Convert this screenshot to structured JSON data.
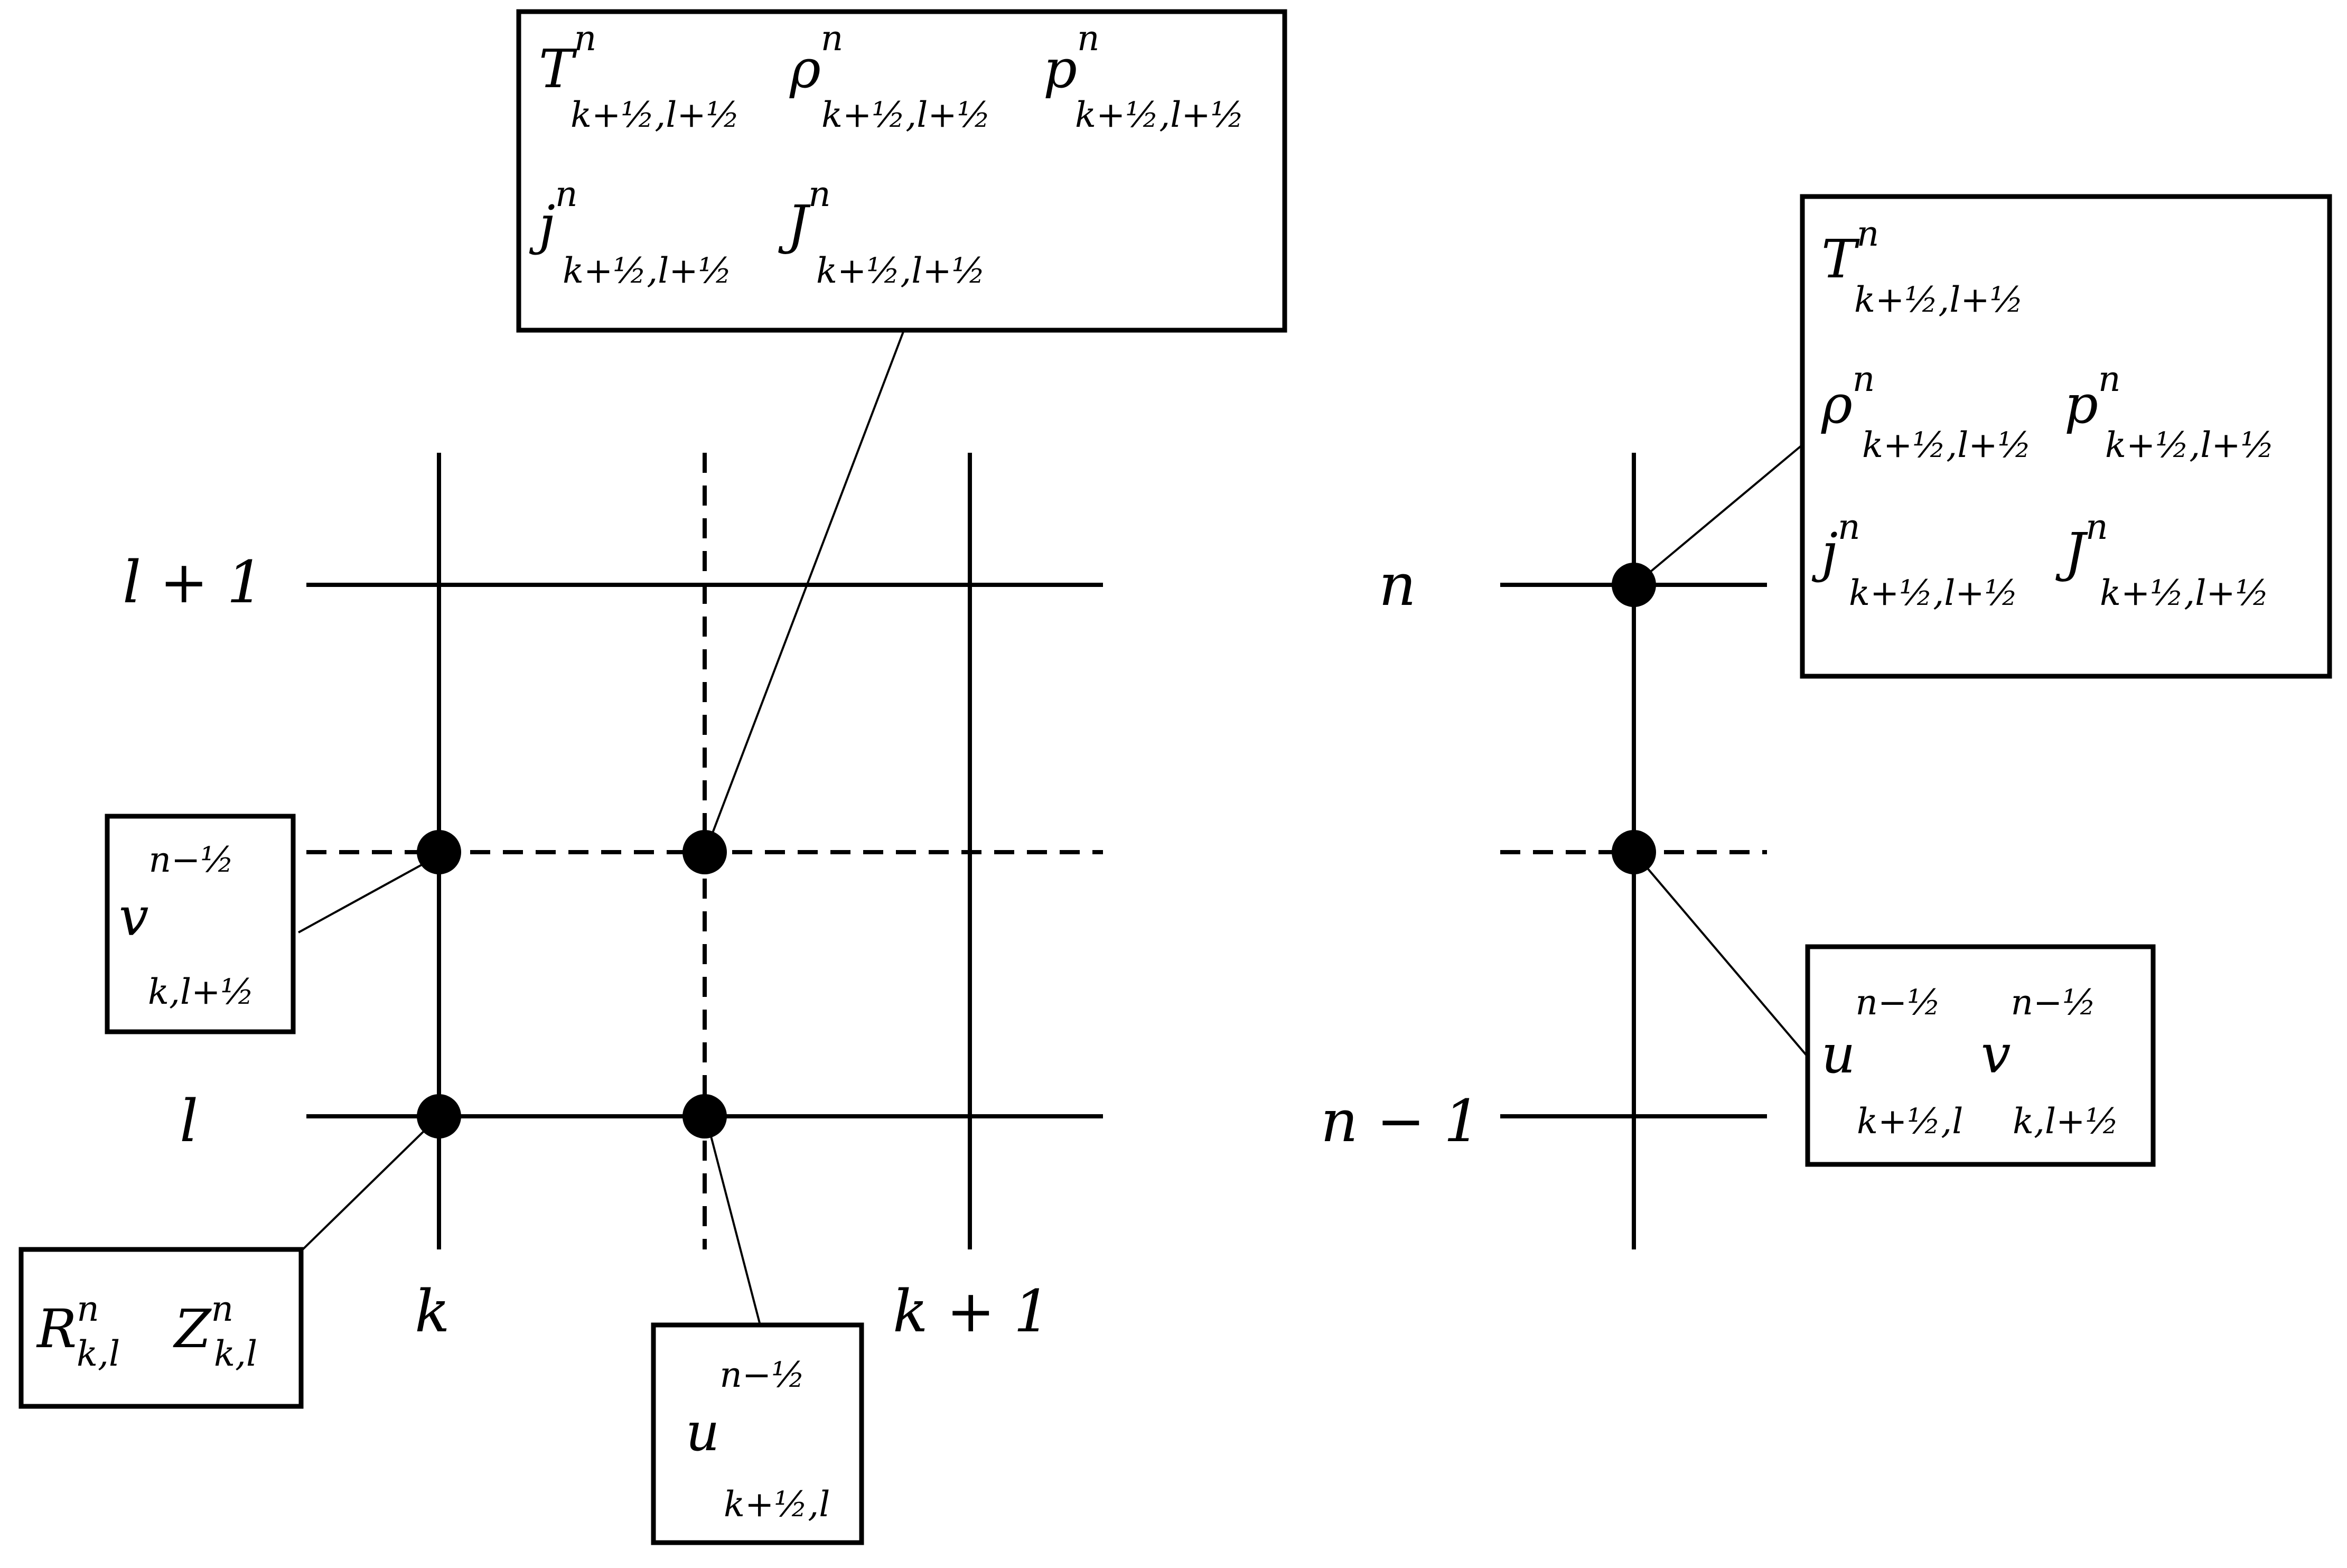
{
  "diagram": {
    "left_grid": {
      "row_labels": {
        "top": "l + 1",
        "bottom": "l"
      },
      "col_labels": {
        "left": "k",
        "right": "k + 1"
      }
    },
    "right_grid": {
      "row_labels": {
        "top": "n",
        "bottom": "n − 1"
      }
    },
    "boxes": {
      "top_center": {
        "items": [
          {
            "base": "T",
            "sup": "n",
            "sub": "k+½,l+½"
          },
          {
            "base": "ρ",
            "sup": "n",
            "sub": "k+½,l+½"
          },
          {
            "base": "p",
            "sup": "n",
            "sub": "k+½,l+½"
          },
          {
            "base": "j",
            "sup": "n",
            "sub": "k+½,l+½"
          },
          {
            "base": "J",
            "sup": "n",
            "sub": "k+½,l+½"
          }
        ]
      },
      "left_v": {
        "base": "v",
        "sup": "n−½",
        "sub": "k,l+½"
      },
      "bottom_left": {
        "items": [
          {
            "base": "R",
            "sup": "n",
            "sub": "k,l"
          },
          {
            "base": "Z",
            "sup": "n",
            "sub": "k,l"
          }
        ]
      },
      "bottom_u": {
        "base": "u",
        "sup": "n−½",
        "sub": "k+½,l"
      },
      "right_top": {
        "items": [
          {
            "base": "T",
            "sup": "n",
            "sub": "k+½,l+½"
          },
          {
            "base": "ρ",
            "sup": "n",
            "sub": "k+½,l+½"
          },
          {
            "base": "p",
            "sup": "n",
            "sub": "k+½,l+½"
          },
          {
            "base": "j",
            "sup": "n",
            "sub": "k+½,l+½"
          },
          {
            "base": "J",
            "sup": "n",
            "sub": "k+½,l+½"
          }
        ]
      },
      "right_bottom": {
        "items": [
          {
            "base": "u",
            "sup": "n−½",
            "sub": "k+½,l"
          },
          {
            "base": "v",
            "sup": "n−½",
            "sub": "k,l+½"
          }
        ]
      }
    }
  }
}
